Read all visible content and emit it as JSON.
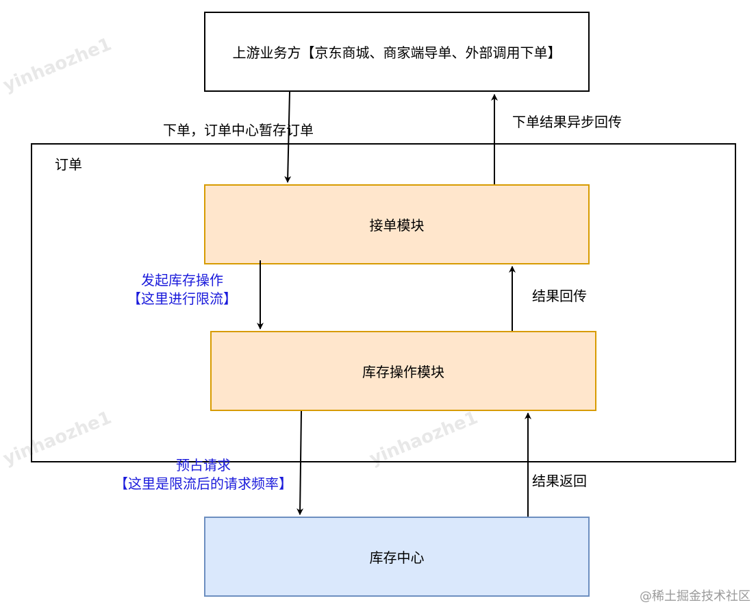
{
  "nodes": {
    "upstream": "上游业务方【京东商城、商家端导单、外部调用下单】",
    "order_region": "订单",
    "receive_module": "接单模块",
    "stock_op_module": "库存操作模块",
    "stock_center": "库存中心"
  },
  "edges": {
    "place_order": "下单，订单中心暂存订单",
    "async_callback": "下单结果异步回传",
    "start_stock_op_line1": "发起库存操作",
    "start_stock_op_line2": "【这里进行限流】",
    "result_back": "结果回传",
    "reserve_request_line1": "预占请求",
    "reserve_request_line2": "【这里是限流后的请求频率】",
    "result_return": "结果返回"
  },
  "watermark": "yinhaozhe1",
  "credit": "@稀土掘金技术社区",
  "colors": {
    "module_fill": "#ffe6cc",
    "module_stroke": "#d79b00",
    "center_fill": "#dae8fc",
    "center_stroke": "#6c8ebf",
    "annotation_blue": "#1a1adb"
  }
}
